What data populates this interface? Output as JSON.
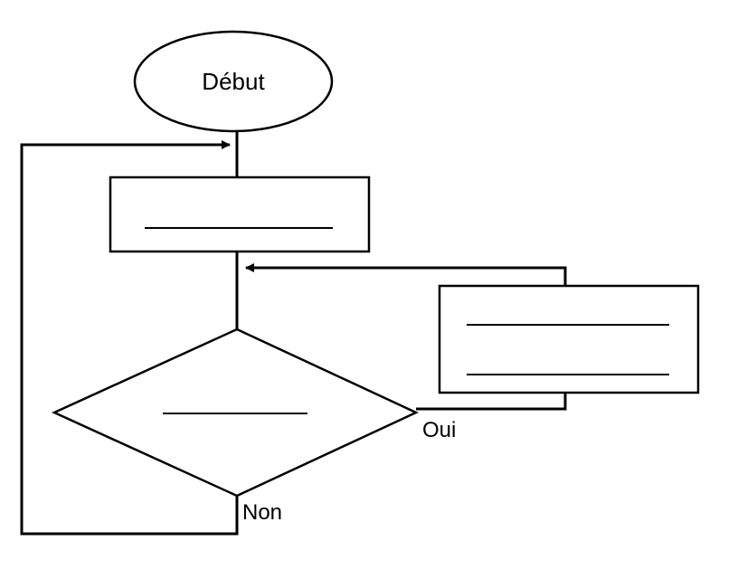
{
  "flowchart": {
    "start_label": "Début",
    "yes_label": "Oui",
    "no_label": "Non"
  },
  "colors": {
    "stroke": "#000000",
    "background": "#ffffff"
  }
}
